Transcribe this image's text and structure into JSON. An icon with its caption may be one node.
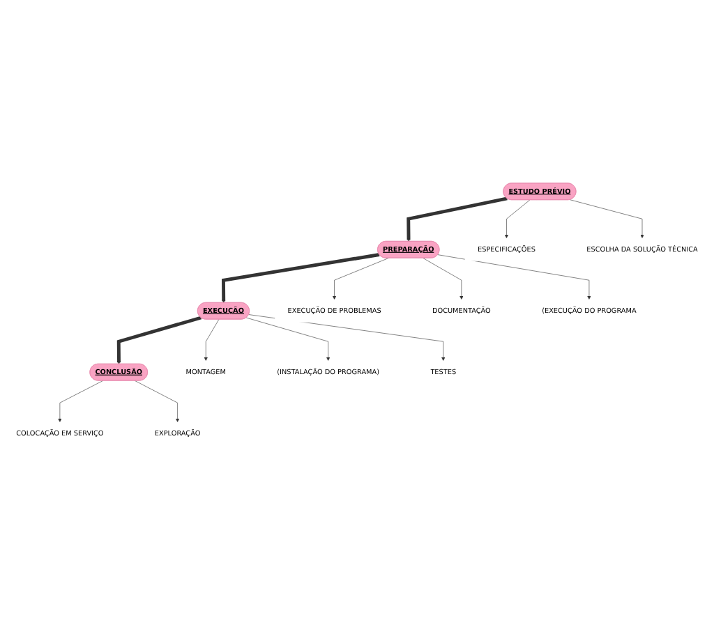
{
  "diagram": {
    "nodes": [
      {
        "text": [
          "ESTUDO PRÉVIO"
        ]
      },
      {
        "text": [
          "ESPECIFICAÇÕES"
        ]
      },
      {
        "text": [
          "ESCOLHA DA SOLUÇÃO TÉCNICA"
        ]
      },
      {
        "text": [
          "PREPARAÇÃO"
        ]
      },
      {
        "text": [
          "EXECUÇÃO DE PROBLEMAS"
        ]
      },
      {
        "text": [
          "DOCUMENTAÇÃO"
        ]
      },
      {
        "text": [
          "(EXECUÇÃO DO PROGRAMA"
        ]
      },
      {
        "text": [
          "EXECUÇÃO"
        ]
      },
      {
        "text": [
          "MONTAGEM"
        ]
      },
      {
        "text": [
          "(INSTALAÇÃO DO PROGRAMA)"
        ]
      },
      {
        "text": [
          "TESTES"
        ]
      },
      {
        "text": [
          "CONCLUSÃO"
        ]
      },
      {
        "text": [
          "COLOCAÇÃO EM SERVIÇO"
        ]
      },
      {
        "text": [
          "EXPLORAÇÃO"
        ]
      }
    ],
    "edges": [
      {
        "from": 0,
        "to": 1,
        "arrow": "to"
      },
      {
        "from": 0,
        "to": 2,
        "arrow": "to"
      },
      {
        "from": 0,
        "to": 3,
        "arrow": "to",
        "style": "thick"
      },
      {
        "from": 3,
        "to": 4,
        "arrow": "to"
      },
      {
        "from": 3,
        "to": 5,
        "arrow": "to"
      },
      {
        "from": 3,
        "to": 6,
        "arrow": "to"
      },
      {
        "from": 3,
        "to": 7,
        "arrow": "to",
        "style": "thick"
      },
      {
        "from": 7,
        "to": 8,
        "arrow": "to"
      },
      {
        "from": 7,
        "to": 9,
        "arrow": "to"
      },
      {
        "from": 7,
        "to": 10,
        "arrow": "to"
      },
      {
        "from": 7,
        "to": 11,
        "arrow": "to",
        "style": "thick"
      },
      {
        "from": 11,
        "to": 12,
        "arrow": "to"
      },
      {
        "from": 11,
        "to": 13,
        "arrow": "to"
      }
    ]
  }
}
